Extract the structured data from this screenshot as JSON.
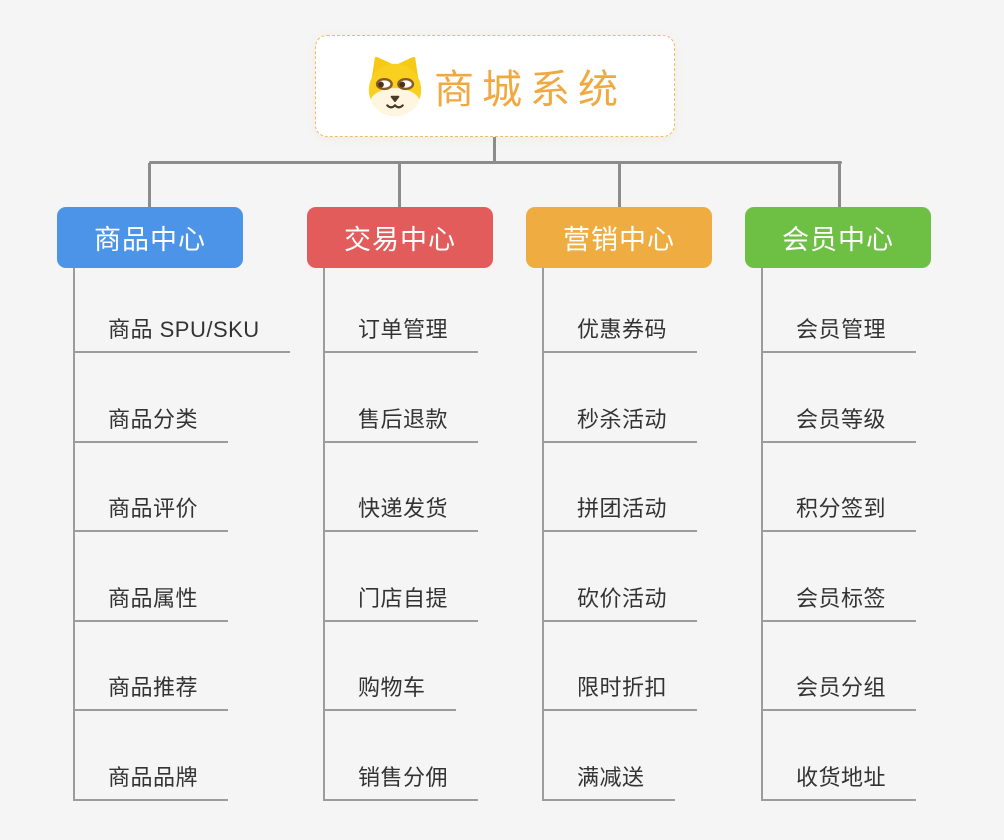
{
  "root": {
    "title": "商城系统",
    "icon": "shiba-dog-icon"
  },
  "branches": [
    {
      "label": "商品中心",
      "color": "#4B94E8",
      "items": [
        "商品 SPU/SKU",
        "商品分类",
        "商品评价",
        "商品属性",
        "商品推荐",
        "商品品牌"
      ]
    },
    {
      "label": "交易中心",
      "color": "#E25C5C",
      "items": [
        "订单管理",
        "售后退款",
        "快递发货",
        "门店自提",
        "购物车",
        "销售分佣"
      ]
    },
    {
      "label": "营销中心",
      "color": "#EFAD41",
      "items": [
        "优惠券码",
        "秒杀活动",
        "拼团活动",
        "砍价活动",
        "限时折扣",
        "满减送"
      ]
    },
    {
      "label": "会员中心",
      "color": "#6EC044",
      "items": [
        "会员管理",
        "会员等级",
        "积分签到",
        "会员标签",
        "会员分组",
        "收货地址"
      ]
    }
  ],
  "palette": {
    "background": "#F5F5F5",
    "connector_line": "#8C8C8C",
    "leaf_line": "#9C9C9C",
    "leaf_text": "#333333",
    "root_title_color": "#F0A840",
    "root_border": "#F2BA63",
    "branch_text": "#FFFFFF"
  }
}
